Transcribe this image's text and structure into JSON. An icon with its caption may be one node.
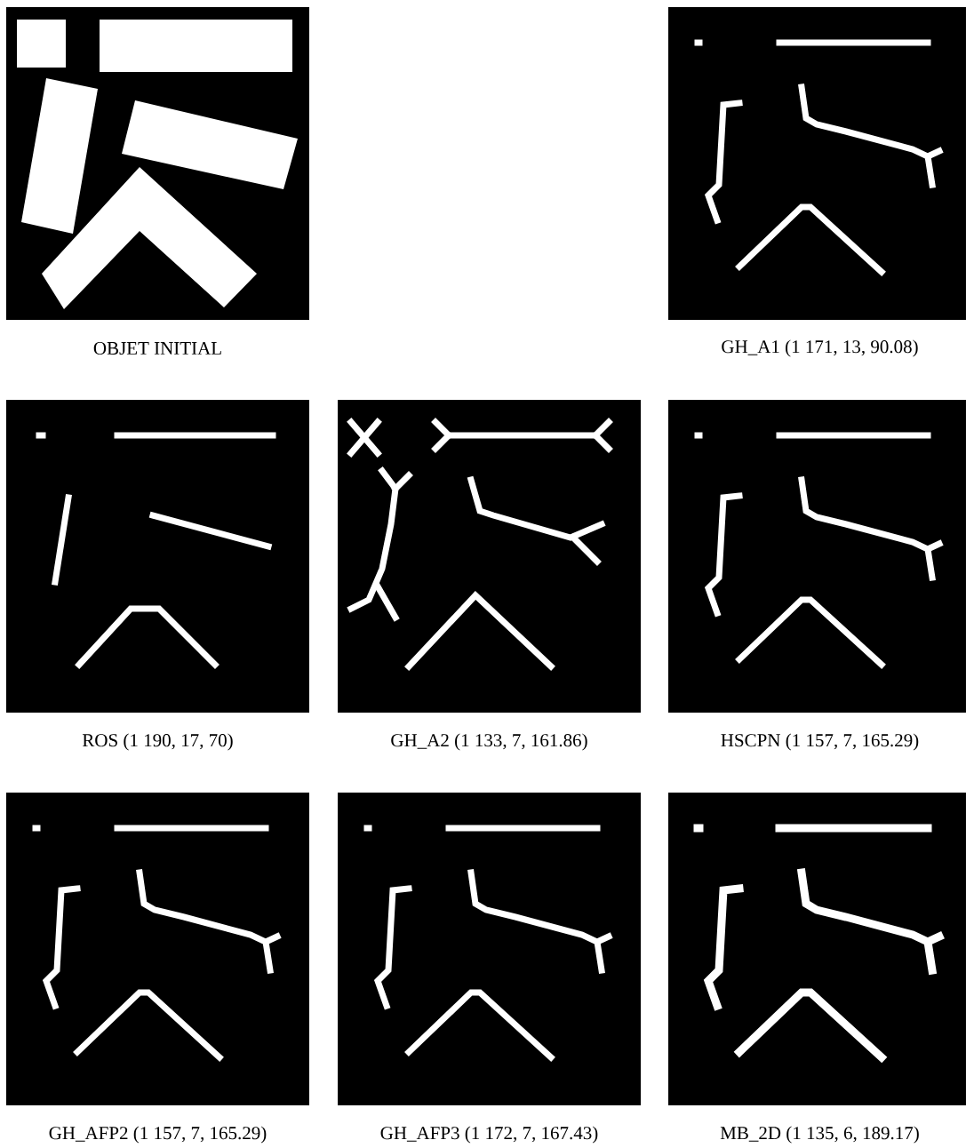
{
  "diagram": {
    "labels": [
      "OBJET INITIAL",
      "GH_A1 (1 171, 13, 90.08)",
      "ROS (1 190, 17, 70)",
      "GH_A2 (1 133, 7, 161.86)",
      "HSCPN (1 157, 7, 165.29)",
      "GH_AFP2 (1 157, 7, 165.29)",
      "GH_AFP3 (1 172, 7, 167.43)",
      "MB_2D (1 135, 6, 189.17)"
    ]
  }
}
